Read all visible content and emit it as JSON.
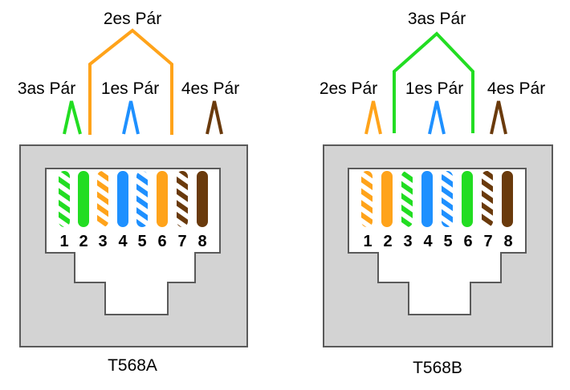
{
  "colors": {
    "green": "#22dd22",
    "orange": "#ffa31a",
    "blue": "#1e90ff",
    "brown": "#6a3a0c",
    "white": "#ffffff",
    "jack_body": "#d3d3d3",
    "outline": "#5a5a5a"
  },
  "connectors": [
    {
      "standard": "T568A",
      "pins": [
        {
          "number": "1",
          "color": "green",
          "striped": true
        },
        {
          "number": "2",
          "color": "green",
          "striped": false
        },
        {
          "number": "3",
          "color": "orange",
          "striped": true
        },
        {
          "number": "4",
          "color": "blue",
          "striped": false
        },
        {
          "number": "5",
          "color": "blue",
          "striped": true
        },
        {
          "number": "6",
          "color": "orange",
          "striped": false
        },
        {
          "number": "7",
          "color": "brown",
          "striped": true
        },
        {
          "number": "8",
          "color": "brown",
          "striped": false
        }
      ],
      "pairs": [
        {
          "label": "3as Pár",
          "color": "green",
          "pins": [
            1,
            2
          ]
        },
        {
          "label": "2es Pár",
          "color": "orange",
          "pins": [
            3,
            6
          ]
        },
        {
          "label": "1es Pár",
          "color": "blue",
          "pins": [
            4,
            5
          ]
        },
        {
          "label": "4es Pár",
          "color": "brown",
          "pins": [
            7,
            8
          ]
        }
      ]
    },
    {
      "standard": "T568B",
      "pins": [
        {
          "number": "1",
          "color": "orange",
          "striped": true
        },
        {
          "number": "2",
          "color": "orange",
          "striped": false
        },
        {
          "number": "3",
          "color": "green",
          "striped": true
        },
        {
          "number": "4",
          "color": "blue",
          "striped": false
        },
        {
          "number": "5",
          "color": "blue",
          "striped": true
        },
        {
          "number": "6",
          "color": "green",
          "striped": false
        },
        {
          "number": "7",
          "color": "brown",
          "striped": true
        },
        {
          "number": "8",
          "color": "brown",
          "striped": false
        }
      ],
      "pairs": [
        {
          "label": "2es Pár",
          "color": "orange",
          "pins": [
            1,
            2
          ]
        },
        {
          "label": "3as Pár",
          "color": "green",
          "pins": [
            3,
            6
          ]
        },
        {
          "label": "1es Pár",
          "color": "blue",
          "pins": [
            4,
            5
          ]
        },
        {
          "label": "4es Pár",
          "color": "brown",
          "pins": [
            7,
            8
          ]
        }
      ]
    }
  ]
}
